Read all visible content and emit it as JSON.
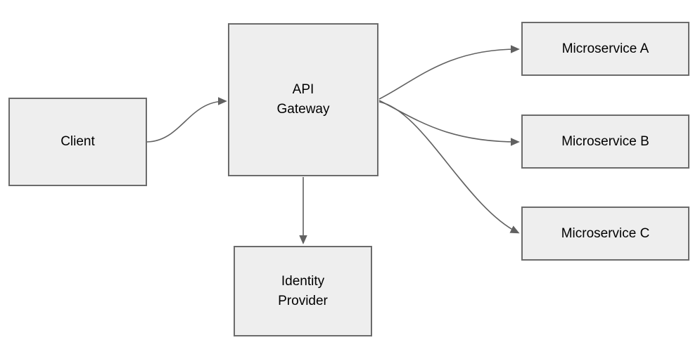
{
  "diagram": {
    "type": "flowchart",
    "nodes": {
      "client": {
        "label": "Client"
      },
      "gateway": {
        "label": "API\nGateway"
      },
      "microservice_a": {
        "label": "Microservice A"
      },
      "microservice_b": {
        "label": "Microservice B"
      },
      "microservice_c": {
        "label": "Microservice C"
      },
      "identity_provider": {
        "label": "Identity\nProvider"
      }
    },
    "edges": [
      {
        "from": "client",
        "to": "gateway"
      },
      {
        "from": "gateway",
        "to": "microservice_a"
      },
      {
        "from": "gateway",
        "to": "microservice_b"
      },
      {
        "from": "gateway",
        "to": "microservice_c"
      },
      {
        "from": "gateway",
        "to": "identity_provider"
      }
    ]
  },
  "theme": {
    "canvas-bg": "#ffffff",
    "node-fill": "#eeeeee",
    "node-border": "#6b6b6b",
    "arrow-color": "#616161",
    "text-color": "#000000"
  }
}
